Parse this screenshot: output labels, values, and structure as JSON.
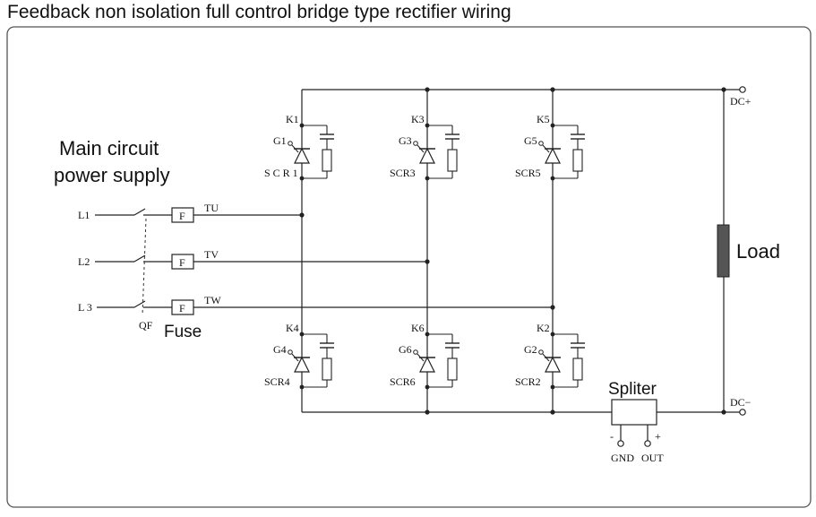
{
  "title": "Feedback non isolation full control bridge type rectifier wiring",
  "power_supply": {
    "line1": "Main circuit",
    "line2": "power supply"
  },
  "inputs": [
    "L1",
    "L2",
    "L 3"
  ],
  "phases": [
    "TU",
    "TV",
    "TW"
  ],
  "breaker": "QF",
  "fuse_symbol": "F",
  "fuse_label": "Fuse",
  "thyristors": [
    {
      "k": "K1",
      "g": "G1",
      "scr": "S C R 1"
    },
    {
      "k": "K3",
      "g": "G3",
      "scr": "SCR3"
    },
    {
      "k": "K5",
      "g": "G5",
      "scr": "SCR5"
    },
    {
      "k": "K4",
      "g": "G4",
      "scr": "SCR4"
    },
    {
      "k": "K6",
      "g": "G6",
      "scr": "SCR6"
    },
    {
      "k": "K2",
      "g": "G2",
      "scr": "SCR2"
    }
  ],
  "load": "Load",
  "splitter": {
    "label": "Spliter",
    "minus": "-",
    "plus": "+",
    "gnd": "GND",
    "out": "OUT"
  },
  "dc_plus": "DC+",
  "dc_minus": "DC−"
}
